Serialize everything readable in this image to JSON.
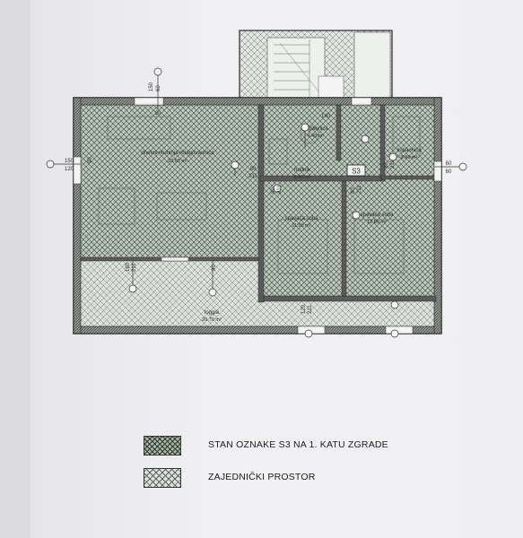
{
  "plan": {
    "rooms": [
      {
        "id": "dining",
        "name": "dnevni+kuhinja+blagovaonica",
        "area": "32.60 m²"
      },
      {
        "id": "bath",
        "name": "kupaonica",
        "area": "4.40 m²"
      },
      {
        "id": "hall",
        "name": "hodnik",
        "area": "8.40 m²"
      },
      {
        "id": "bath2",
        "name": "kupaonica",
        "area": "3.60 m²"
      },
      {
        "id": "bed1",
        "name": "spavaća soba",
        "area": "11.00 m²"
      },
      {
        "id": "bed2",
        "name": "spavaća soba",
        "area": "12.80 m²"
      },
      {
        "id": "loggia",
        "name": "loggia",
        "area": "20.70 m²"
      }
    ],
    "unit_tag": "S3",
    "dimensions": {
      "top_left_a": "150",
      "top_left_b": "60",
      "top_window": "90",
      "left_a": "150",
      "left_b": "120",
      "left_side": "90",
      "right_a": "60",
      "right_b": "60",
      "bath_top": "140",
      "door_a": "80",
      "door_b": "211",
      "wall_a": "80",
      "wall_b": "211",
      "bed_a": "80",
      "bed_b": "211",
      "bath2_a": "80",
      "bath2_b": "211",
      "log_a": "180",
      "log_b": "211",
      "log_c": "90",
      "bottom_a": "120",
      "bottom_b": "211"
    }
  },
  "legend": {
    "items": [
      {
        "label": "STAN OZNAKE S3 NA 1. KATU ZGRADE",
        "swatch": "apartment-hatch",
        "color": "#a9b7a9"
      },
      {
        "label": "ZAJEDNIČKI PROSTOR",
        "swatch": "common-hatch",
        "color": "#dfe3df"
      }
    ]
  }
}
